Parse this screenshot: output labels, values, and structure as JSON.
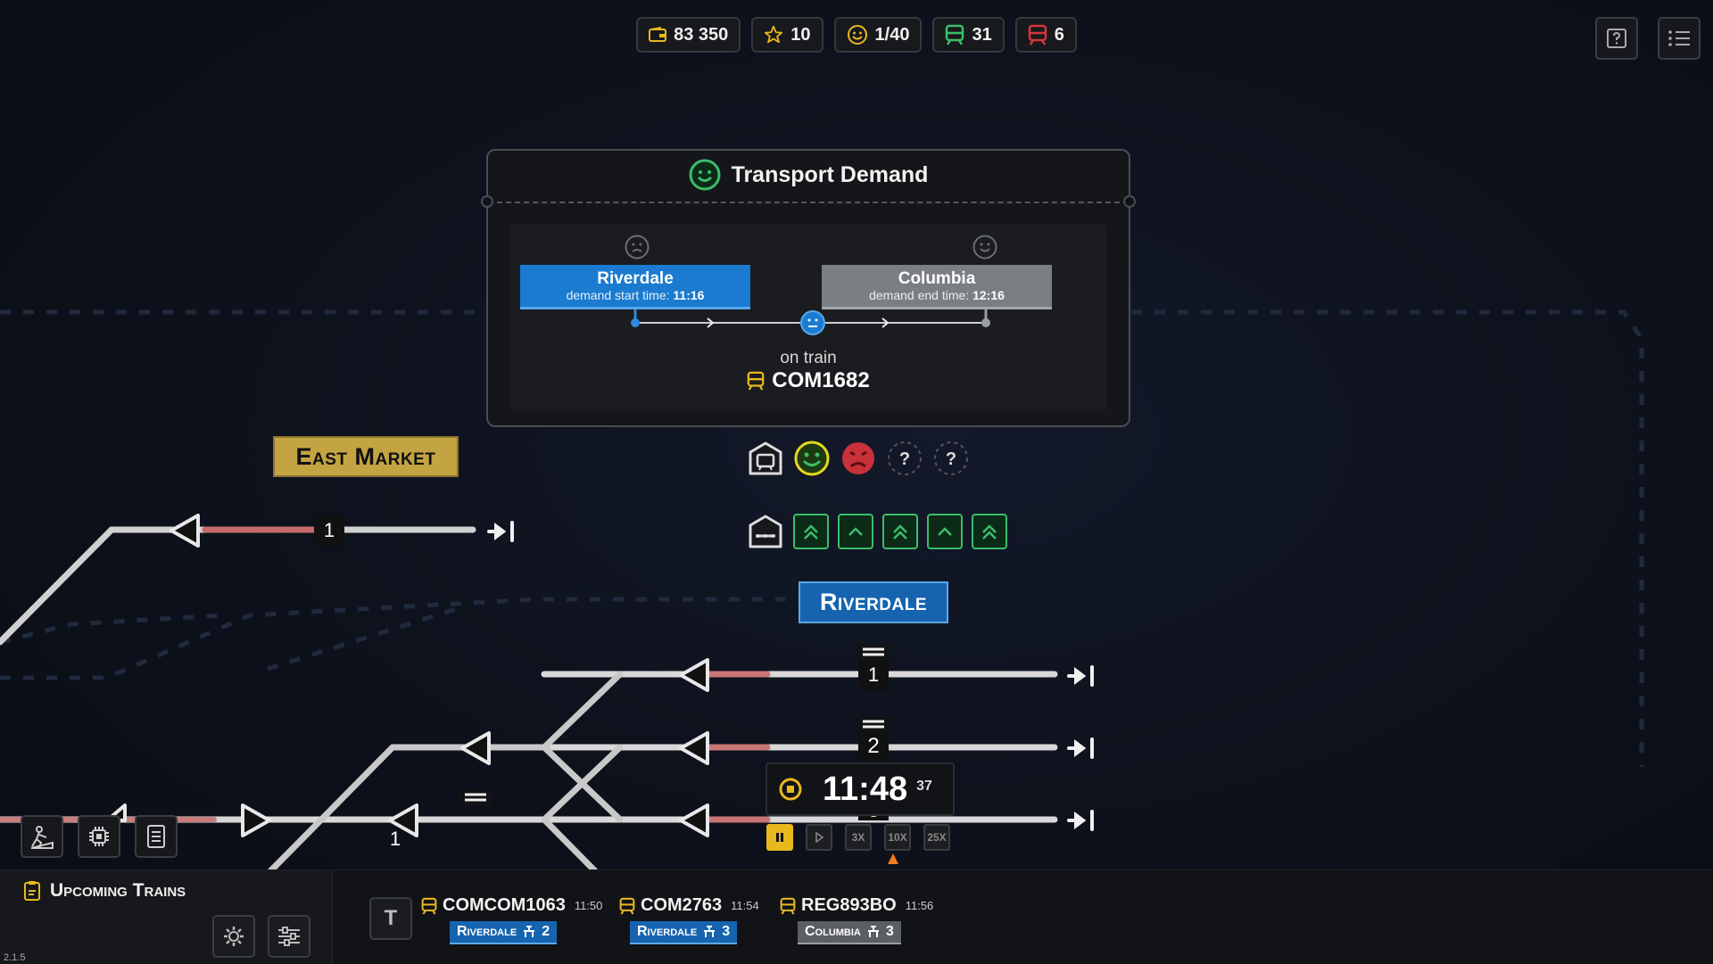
{
  "stats": {
    "money": "83 350",
    "stars": "10",
    "satisfaction": "1/40",
    "trains_ok": "31",
    "trains_late": "6"
  },
  "colors": {
    "accent_green": "#3bbd6a",
    "accent_yellow": "#e8b81e",
    "station_blue": "#1664b0",
    "late_red": "#d8353d",
    "label_gold": "#c2a442"
  },
  "demand_panel": {
    "title": "Transport Demand",
    "from": {
      "name": "Riverdale",
      "sub_prefix": "demand start time: ",
      "time": "11:16"
    },
    "to": {
      "name": "Columbia",
      "sub_prefix": "demand end time: ",
      "time": "12:16"
    },
    "status": "on train",
    "train": "COM1682"
  },
  "map": {
    "east_market_label": "East Market",
    "riverdale_label": "Riverdale",
    "platform_labels": [
      "1",
      "1",
      "2",
      "3",
      "1"
    ]
  },
  "clock": {
    "time": "11:48",
    "seconds": "37"
  },
  "speeds": [
    "3X",
    "10X",
    "25X"
  ],
  "upcoming": {
    "title": "Upcoming Trains",
    "version": "2.1.5",
    "t_button": "T",
    "trains": [
      {
        "id": "COMCOM1063",
        "time": "11:50",
        "dest": "Riverdale",
        "platform": "2"
      },
      {
        "id": "COM2763",
        "time": "11:54",
        "dest": "Riverdale",
        "platform": "3"
      },
      {
        "id": "REG893BO",
        "time": "11:56",
        "dest": "Columbia",
        "platform": "3"
      }
    ]
  },
  "icons": {
    "money": "wallet-icon",
    "stars": "star-icon",
    "satisfaction": "smiley-icon",
    "trains_ok": "train-green-icon",
    "trains_late": "train-red-icon",
    "help": "help-icon",
    "menu": "menu-list-icon"
  }
}
